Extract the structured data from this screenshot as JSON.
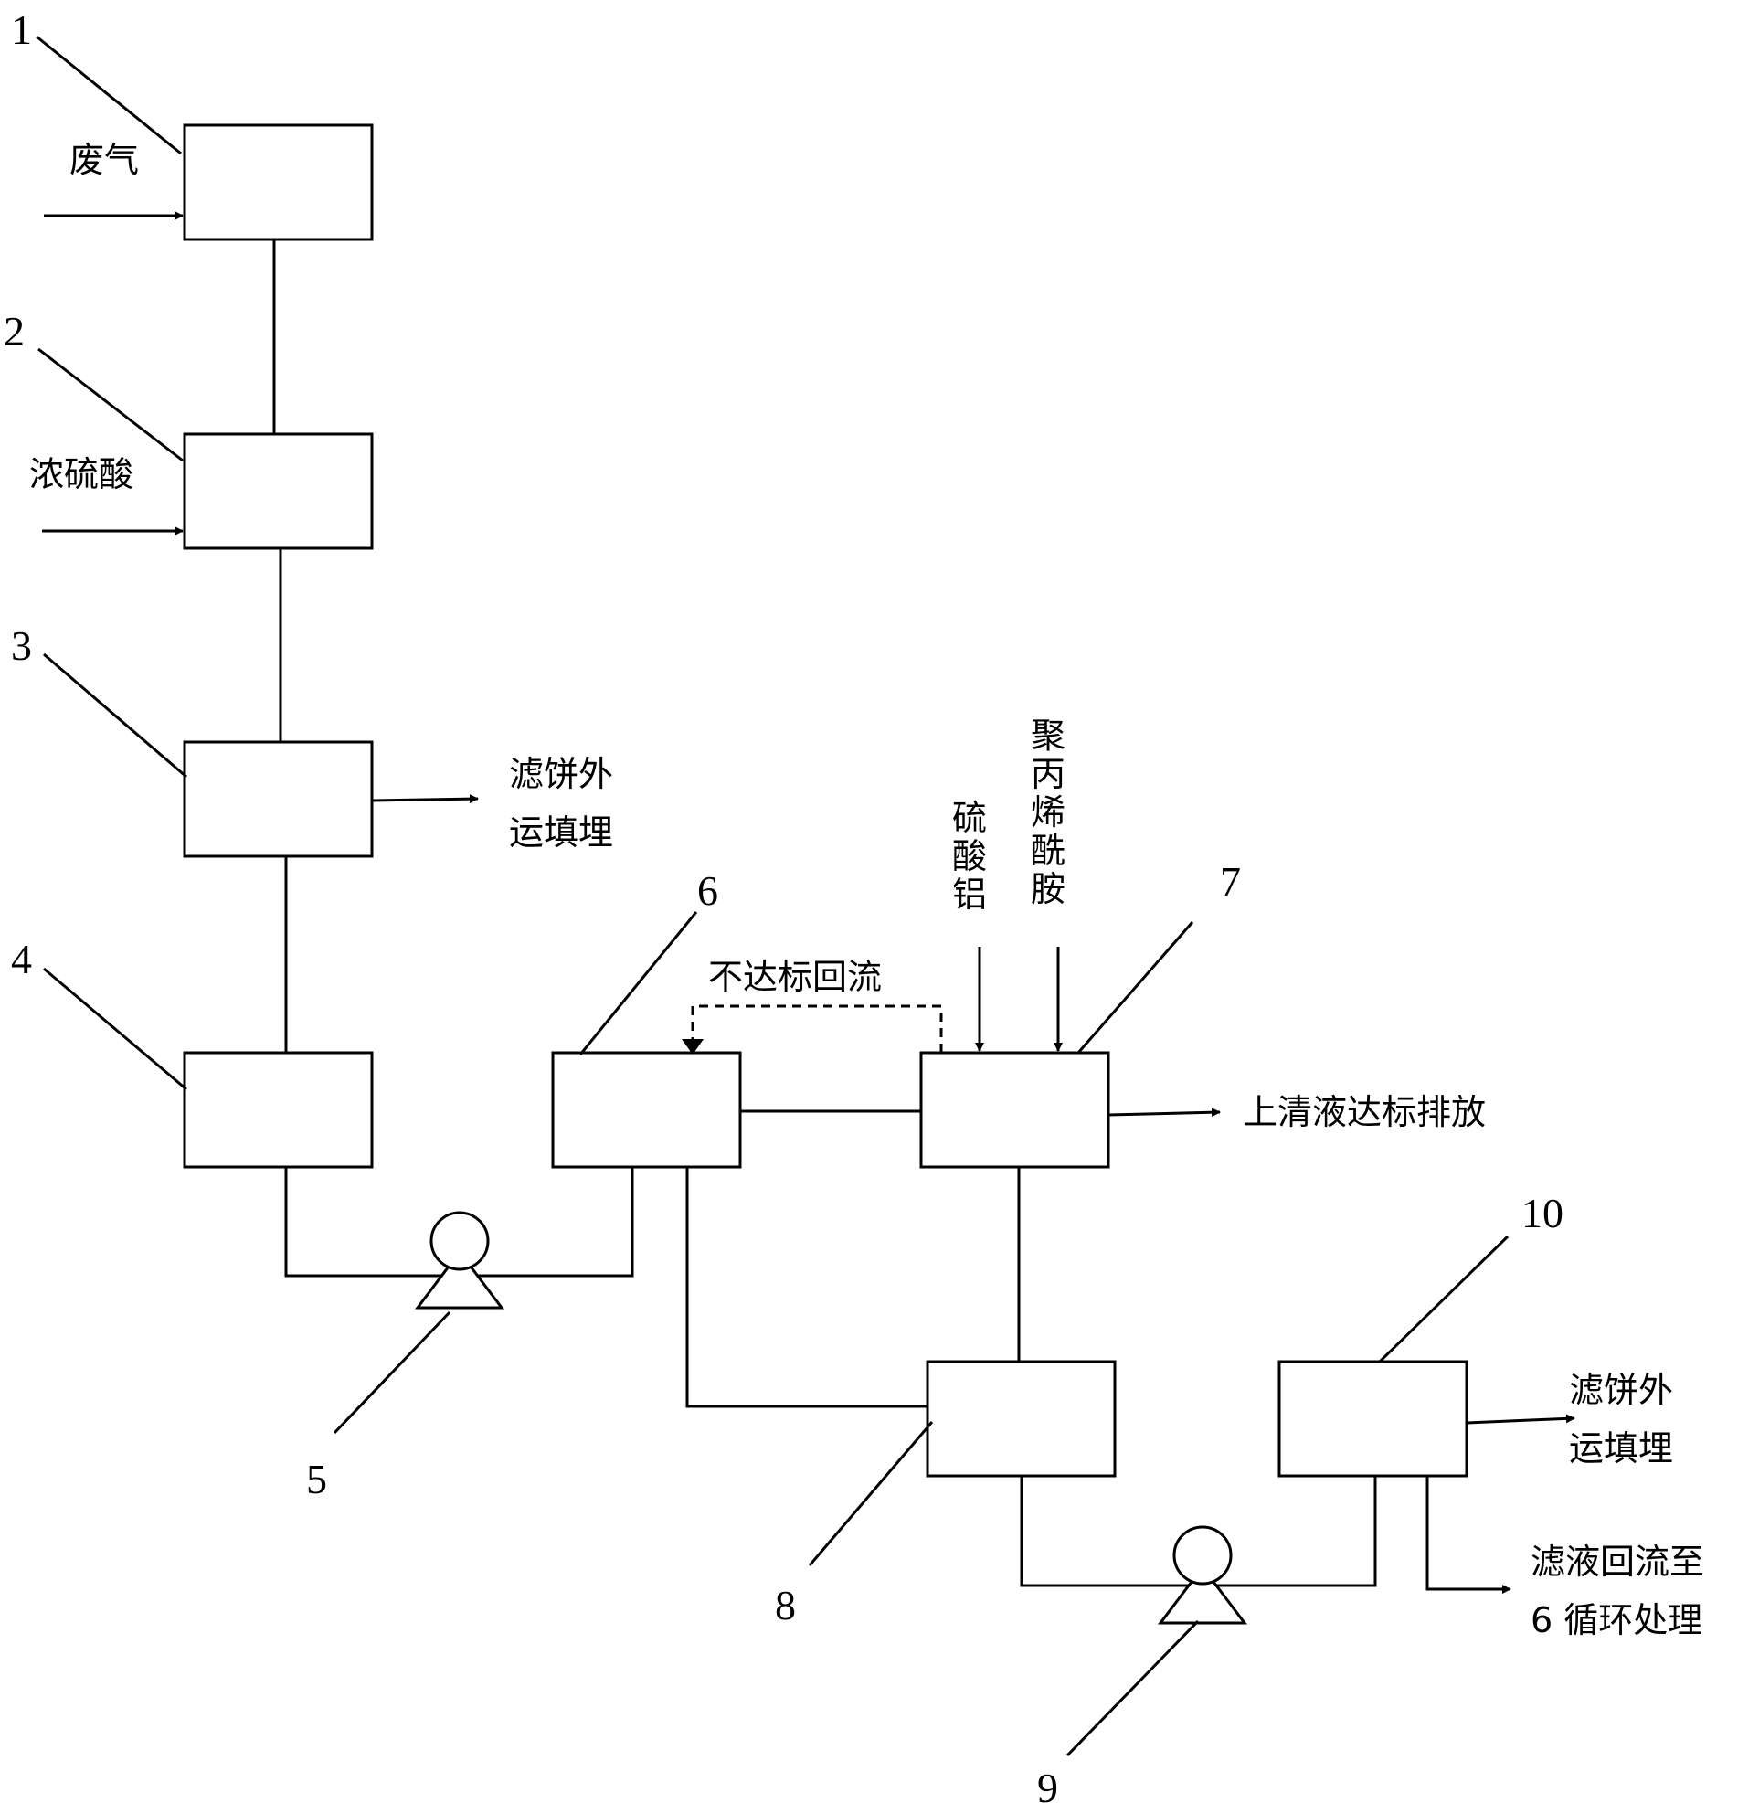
{
  "numbers": {
    "n1": "1",
    "n2": "2",
    "n3": "3",
    "n4": "4",
    "n5": "5",
    "n6": "6",
    "n7": "7",
    "n8": "8",
    "n9": "9",
    "n10": "10"
  },
  "labels": {
    "waste_gas": "废气",
    "conc_sulfuric_acid": "浓硫酸",
    "filter_cake_1_line1": "滤饼外",
    "filter_cake_1_line2": "运填埋",
    "backflow_not_standard": "不达标回流",
    "aluminum_sulfate": [
      "硫",
      "酸",
      "铝"
    ],
    "polyacrylamide": [
      "聚",
      "丙",
      "烯",
      "酰",
      "胺"
    ],
    "supernatant_discharge": "上清液达标排放",
    "filter_cake_2_line1": "滤饼外",
    "filter_cake_2_line2": "运填埋",
    "filtrate_return_line1": "滤液回流至",
    "filtrate_return_line2": "6 循环处理"
  },
  "colors": {
    "stroke": "#000000",
    "background": "#ffffff"
  }
}
